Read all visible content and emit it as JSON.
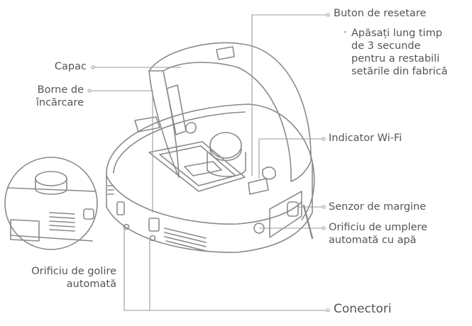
{
  "labels": {
    "capac": "Capac",
    "borne_line1": "Borne de",
    "borne_line2": "încărcare",
    "buton_reset": "Buton de resetare",
    "reset_note": [
      "Apăsați lung timp",
      "de 3 secunde",
      "pentru a restabili",
      "setările din fabrică"
    ],
    "wifi": "Indicator Wi-Fi",
    "senzor": "Senzor de margine",
    "umplere_line1": "Orificiu de umplere",
    "umplere_line2": "automată cu apă",
    "golire_line1": "Orificiu de golire",
    "golire_line2": "automată",
    "conectori": "Conectori"
  },
  "colors": {
    "line": "#9a9a9a",
    "text": "#555555",
    "outline": "#8a8a8a"
  }
}
